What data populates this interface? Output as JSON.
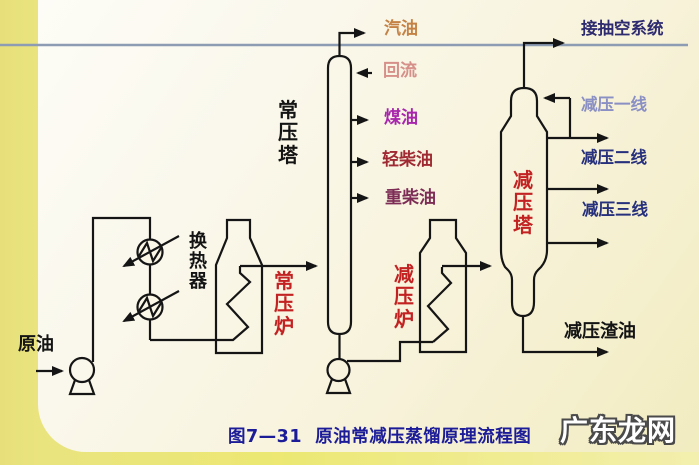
{
  "slide": {
    "caption": "图7—31  原油常减压蒸馏原理流程图",
    "watermark": "广东龙网"
  },
  "equipment_labels": {
    "crude_oil": "原油",
    "heat_exchanger": "换热器",
    "atm_furnace": "常压炉",
    "atm_tower": "常压塔",
    "vac_furnace": "减压炉",
    "vac_tower": "减压塔"
  },
  "stream_labels": {
    "gasoline": "汽油",
    "reflux": "回流",
    "kerosene": "煤油",
    "light_diesel": "轻柴油",
    "heavy_diesel": "重柴油",
    "to_vacuum_system": "接抽空系统",
    "vac_line_1": "减压一线",
    "vac_line_2": "减压二线",
    "vac_line_3": "减压三线",
    "vac_residue": "减压渣油"
  },
  "colors": {
    "gasoline": "#c58245",
    "reflux": "#d69089",
    "kerosene": "#a826ad",
    "light_diesel": "#a02a33",
    "heavy_diesel": "#7d2d55",
    "vac_line_1": "#8a8fc4",
    "vac_line_2_3": "#26307c",
    "to_vacuum_system": "#2e2a70",
    "vessel_red": "#c32222",
    "caption_navy": "#1c1c99",
    "pipe_black": "#151515",
    "deco_rule_blue": "#8d9bb3",
    "band_yellow": "#ece873",
    "panel_cream": "#f7f2d9"
  }
}
